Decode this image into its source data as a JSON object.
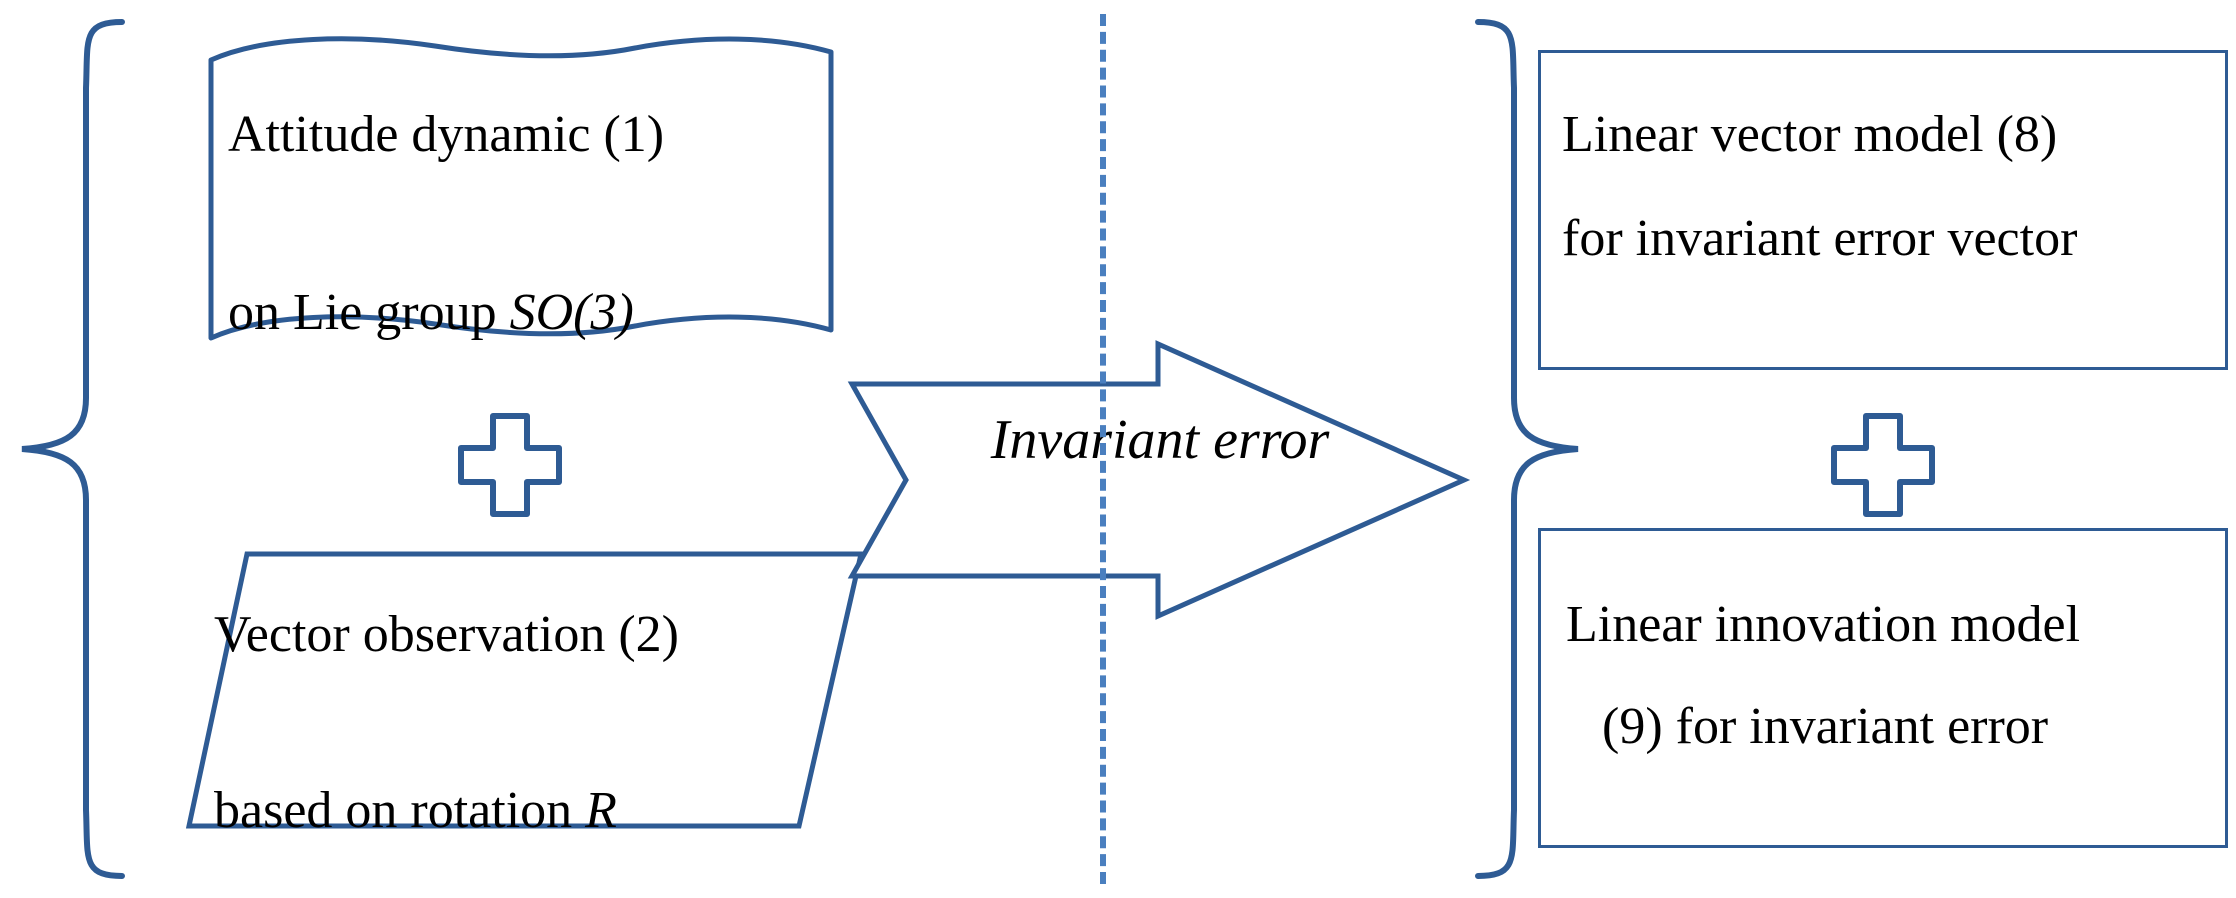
{
  "diagram": {
    "title": "Invariant error transformation diagram",
    "colors": {
      "outline_blue": "#2e5b94",
      "divider_blue": "#4a7fbf",
      "text_black": "#000000",
      "background": "#ffffff"
    },
    "left_group": {
      "brace_name": "left-curly-brace",
      "document_block": {
        "shape": "wavy-document",
        "line1": "Attitude dynamic (1)",
        "line2_prefix": "on Lie group ",
        "line2_italic": "SO(3)"
      },
      "plus_symbol": "+",
      "parallelogram_block": {
        "shape": "parallelogram",
        "line1": "Vector observation (2)",
        "line2_prefix": "based on rotation ",
        "line2_italic": "R"
      }
    },
    "arrow": {
      "shape": "block-right-arrow",
      "label": "Invariant error"
    },
    "divider": {
      "style": "dashed-vertical-line"
    },
    "right_group": {
      "brace_name": "right-curly-brace",
      "top_box": {
        "line1": "Linear vector model (8)",
        "line2": "for invariant error vector"
      },
      "plus_symbol": "+",
      "bottom_box": {
        "line1": "Linear innovation model",
        "line2": "(9) for invariant error"
      }
    }
  }
}
